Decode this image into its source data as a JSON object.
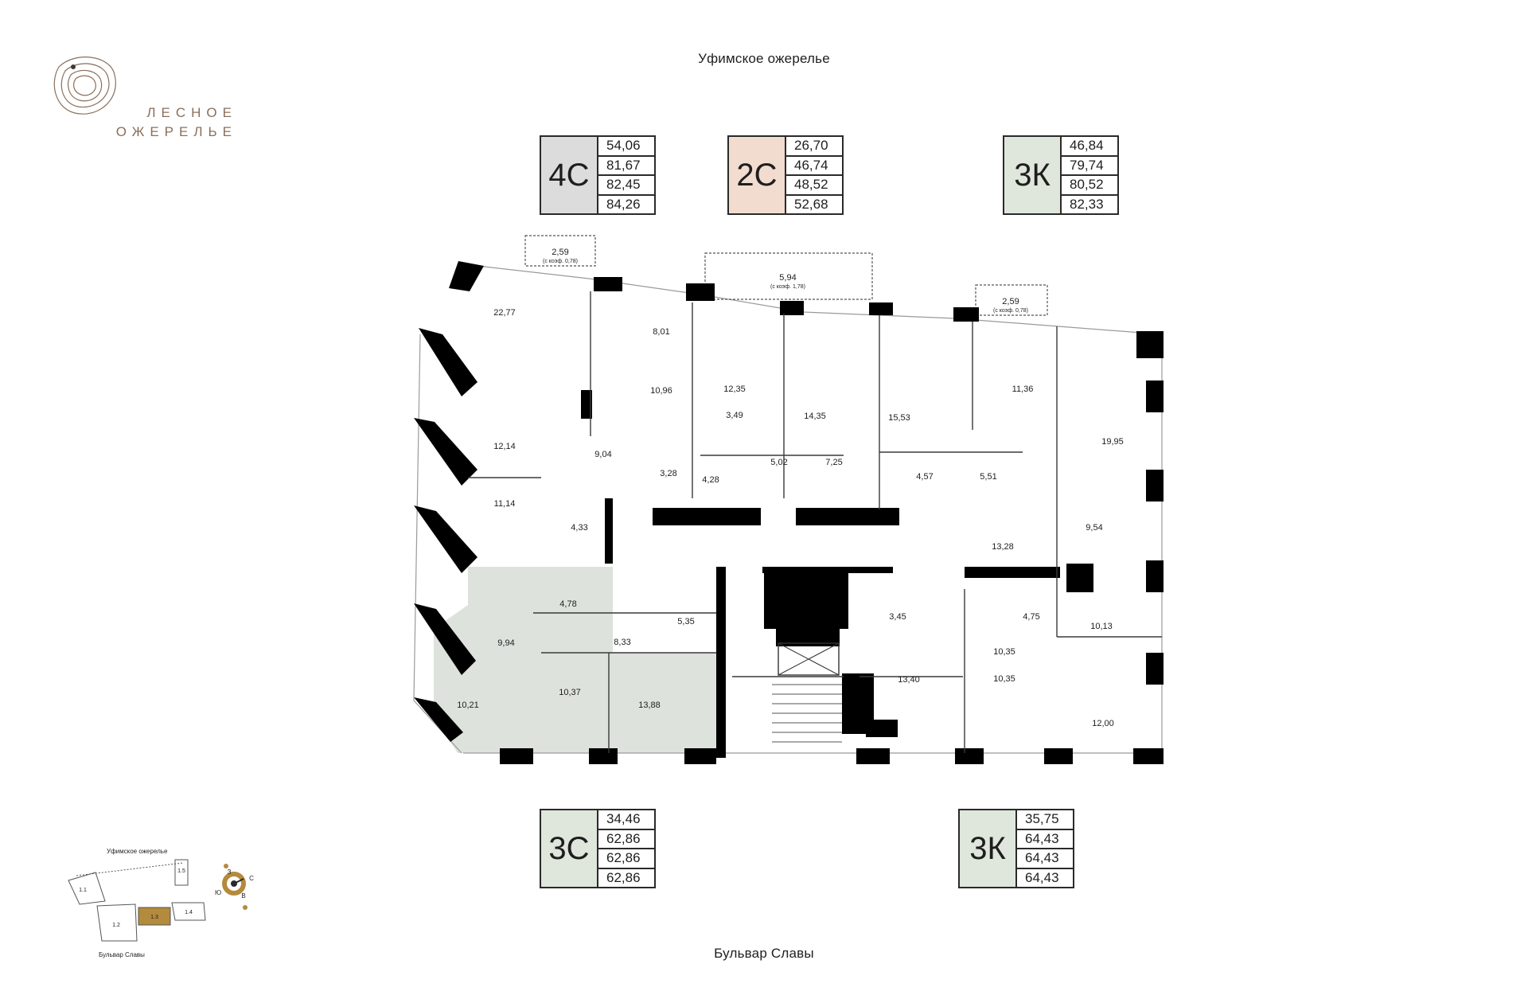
{
  "header": {
    "street_top": "Уфимское ожерелье",
    "street_bottom": "Бульвар Славы",
    "logo_line1": "ЛЕСНОЕ",
    "logo_line2": "ОЖЕРЕЛЬЕ"
  },
  "colors": {
    "type_4c": "#dcdcdc",
    "type_2c": "#f1dccf",
    "type_3k": "#dfe6dc",
    "type_3c": "#dfe6dc",
    "selected_apartment": "#dde3dc",
    "selected_section": "#b48a3c",
    "walls": "#000000",
    "logo": "#8a6f5c"
  },
  "legend": [
    {
      "code": "4С",
      "areas": [
        "54,06",
        "81,67",
        "82,45",
        "84,26"
      ]
    },
    {
      "code": "2С",
      "areas": [
        "26,70",
        "46,74",
        "48,52",
        "52,68"
      ]
    },
    {
      "code": "3К",
      "areas": [
        "46,84",
        "79,74",
        "80,52",
        "82,33"
      ]
    },
    {
      "code": "3С",
      "areas": [
        "34,46",
        "62,86",
        "62,86",
        "62,86"
      ]
    },
    {
      "code": "3К",
      "areas": [
        "35,75",
        "64,43",
        "64,43",
        "64,43"
      ]
    }
  ],
  "balconies": [
    {
      "area": "2,59",
      "note": "(с коэф. 0,78)"
    },
    {
      "area": "5,94",
      "note": "(с коэф. 1,78)"
    },
    {
      "area": "2,59",
      "note": "(с коэф. 0,78)"
    }
  ],
  "room_areas": [
    "22,77",
    "8,01",
    "10,96",
    "12,35",
    "3,49",
    "14,35",
    "15,53",
    "11,36",
    "19,95",
    "12,14",
    "9,04",
    "3,28",
    "4,28",
    "5,02",
    "7,25",
    "4,57",
    "5,51",
    "11,14",
    "4,33",
    "13,28",
    "9,54",
    "9,94",
    "4,78",
    "8,33",
    "5,35",
    "3,45",
    "4,75",
    "10,13",
    "10,35",
    "10,35",
    "10,21",
    "10,37",
    "13,88",
    "13,40",
    "12,00"
  ],
  "key_plan": {
    "street_top": "Уфимское ожерелье",
    "street_bottom": "Бульвар Славы",
    "sections": [
      "1.1",
      "1.2",
      "1.3",
      "1.4",
      "1.5"
    ],
    "selected": "1.3",
    "compass": [
      "З",
      "С",
      "Ю",
      "В"
    ]
  }
}
